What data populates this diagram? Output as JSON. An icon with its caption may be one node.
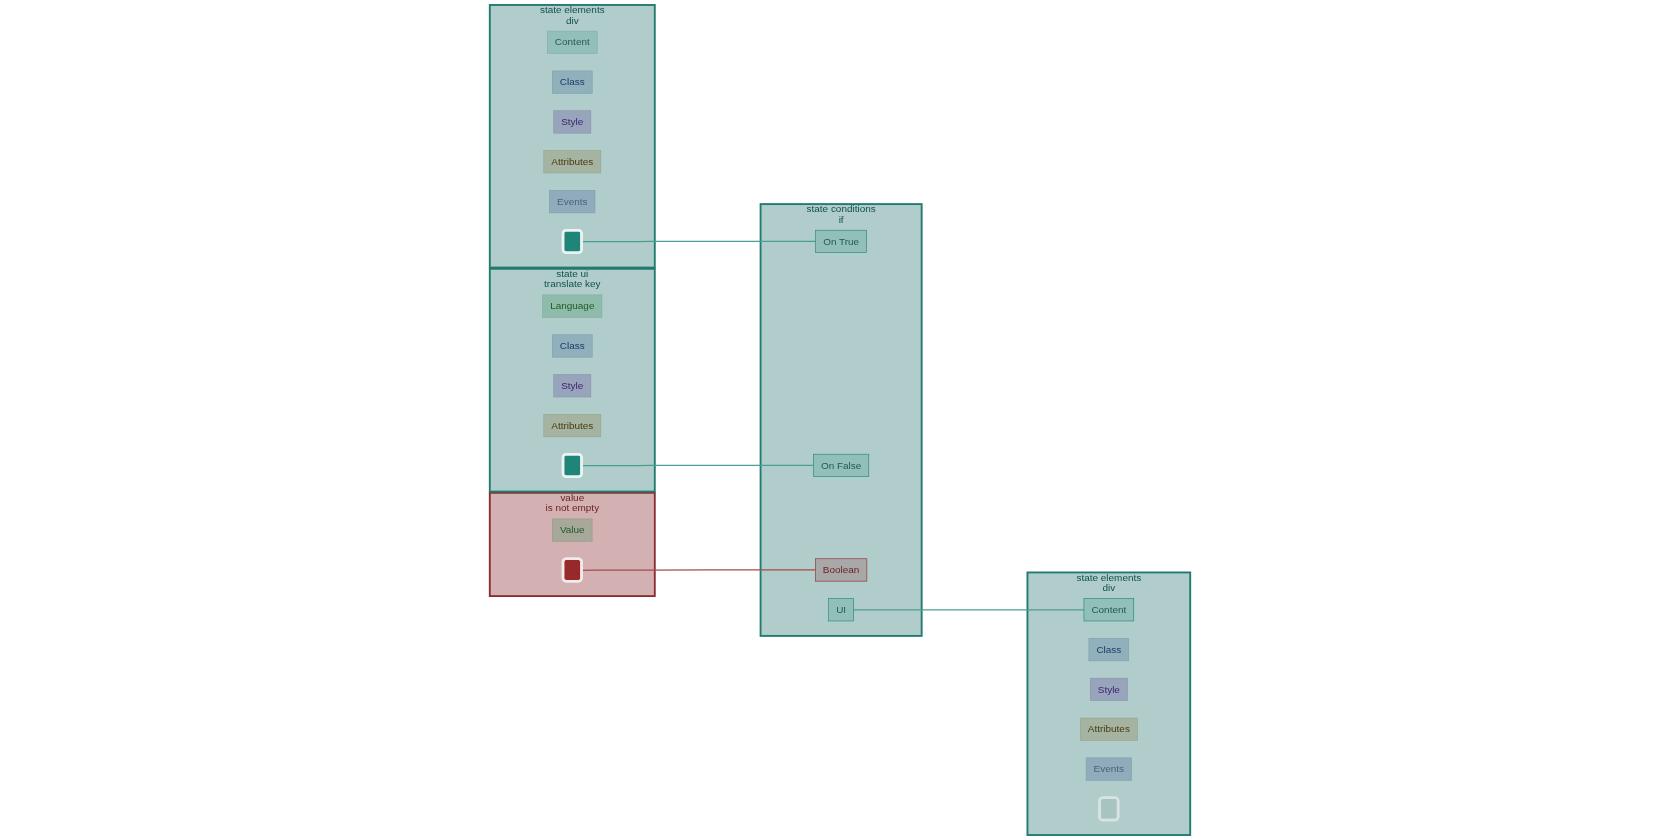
{
  "diagram": {
    "nodes": [
      {
        "text": [
          "state elements",
          "div"
        ]
      },
      {
        "text": [
          "Content"
        ],
        "in": 0
      },
      {
        "text": [
          "Class"
        ],
        "in": 0
      },
      {
        "text": [
          "Style"
        ],
        "in": 0
      },
      {
        "text": [
          "Attributes"
        ],
        "in": 0
      },
      {
        "text": [
          "Events"
        ],
        "in": 0
      },
      {
        "text": [],
        "shape": "box",
        "in": 0
      },
      {
        "text": [
          "state conditions",
          "if"
        ]
      },
      {
        "text": [
          "On True"
        ],
        "in": 7
      },
      {
        "text": [
          "On False"
        ],
        "in": 7
      },
      {
        "text": [
          "Boolean"
        ],
        "in": 7
      },
      {
        "text": [
          "UI"
        ],
        "in": 7
      },
      {
        "text": [
          "state elements",
          "div"
        ]
      },
      {
        "text": [
          "Content"
        ],
        "in": 12
      },
      {
        "text": [
          "Class"
        ],
        "in": 12
      },
      {
        "text": [
          "Style"
        ],
        "in": 12
      },
      {
        "text": [
          "Attributes"
        ],
        "in": 12
      },
      {
        "text": [
          "Events"
        ],
        "in": 12
      },
      {
        "text": [],
        "shape": "box",
        "in": 12
      },
      {
        "text": [
          "state ui",
          "translate key"
        ]
      },
      {
        "text": [
          "Language"
        ],
        "in": 19
      },
      {
        "text": [
          "Class"
        ],
        "in": 19
      },
      {
        "text": [
          "Style"
        ],
        "in": 19
      },
      {
        "text": [
          "Attributes"
        ],
        "in": 19
      },
      {
        "text": [],
        "shape": "box",
        "in": 19
      },
      {
        "text": [
          "value",
          "is not empty"
        ]
      },
      {
        "text": [
          "Value"
        ],
        "in": 25
      },
      {
        "text": [],
        "shape": "box",
        "in": 25
      }
    ],
    "edges": [
      {
        "from": 6,
        "to": 8,
        "arrow": "none"
      },
      {
        "from": 24,
        "to": 9,
        "arrow": "none"
      },
      {
        "from": 27,
        "to": 10,
        "arrow": "none",
        "color": "#a84a4a"
      },
      {
        "from": 11,
        "to": 13,
        "arrow": "none"
      }
    ]
  }
}
